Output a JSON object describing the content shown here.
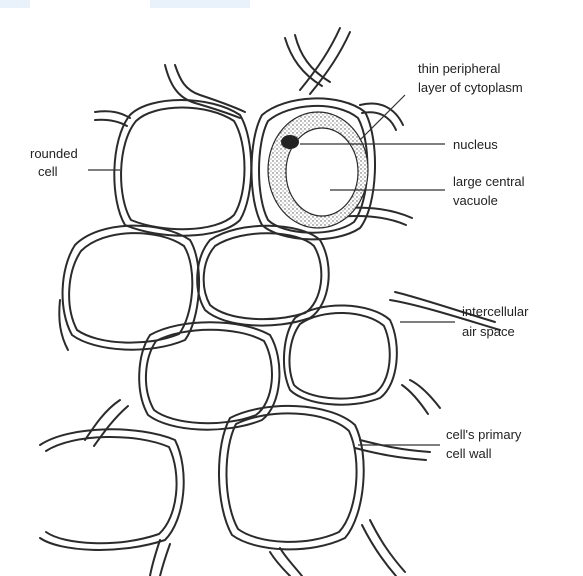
{
  "diagram": {
    "labels": {
      "peripheral_line1": "thin peripheral",
      "peripheral_line2": "layer of cytoplasm",
      "nucleus": "nucleus",
      "vacuole_line1": "large central",
      "vacuole_line2": "vacuole",
      "rounded_line1": "rounded",
      "rounded_line2": "cell",
      "airspace_line1": "intercellular",
      "airspace_line2": "air space",
      "wall_line1": "cell's primary",
      "wall_line2": "cell wall"
    }
  }
}
